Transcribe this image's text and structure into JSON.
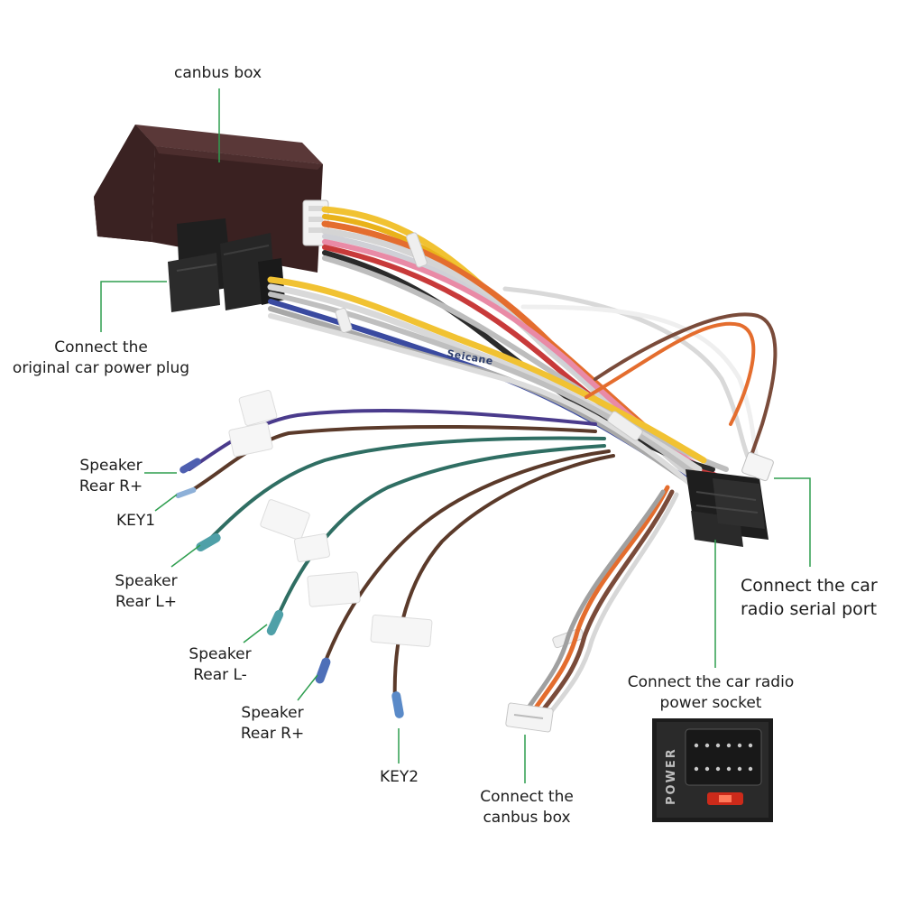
{
  "labels": {
    "canbus_box": "canbus box",
    "original_plug": [
      "Connect the",
      "original car power plug"
    ],
    "speaker_rear_r_plus_1": [
      "Speaker",
      "Rear R+"
    ],
    "key1": "KEY1",
    "speaker_rear_l_plus": [
      "Speaker",
      "Rear  L+"
    ],
    "speaker_rear_l_minus": [
      "Speaker",
      "Rear  L-"
    ],
    "speaker_rear_r_plus_2": [
      "Speaker",
      "Rear R+"
    ],
    "key2": "KEY2",
    "connect_canbus_box": [
      "Connect the",
      "canbus box"
    ],
    "radio_power_socket": [
      "Connect the car radio",
      "power socket"
    ],
    "radio_serial_port": [
      "Connect the car",
      "radio  serial port"
    ]
  },
  "inset": {
    "power_label": "POWER"
  },
  "brand": "Seicane",
  "colors": {
    "leader_line": "#2e9e4f",
    "box_body": "#3a2121",
    "connector": "#242424"
  }
}
